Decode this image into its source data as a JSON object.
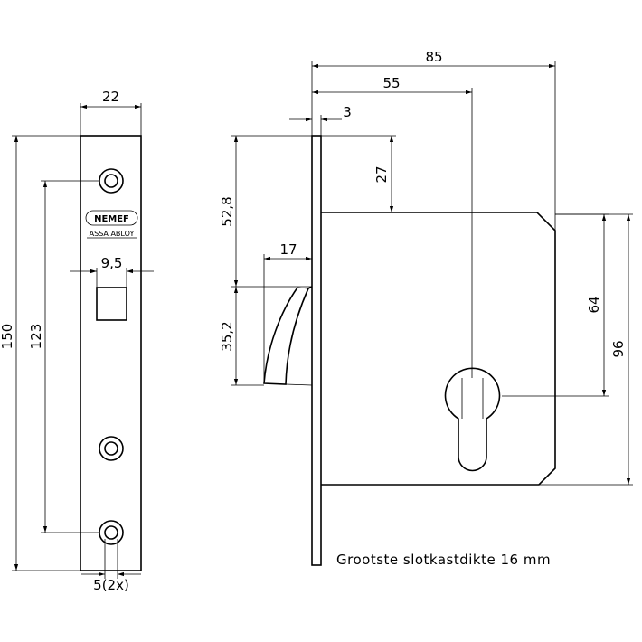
{
  "faceplate": {
    "width_label": "22",
    "height_label": "150",
    "hole_spacing_label": "123",
    "square_label": "9,5",
    "hole_label": "5(2x)",
    "brand_name": "NEMEF",
    "brand_sub": "ASSA ABLOY"
  },
  "lockcase": {
    "overall_label": "85",
    "backset_label": "55",
    "plate_thickness_label": "3",
    "top_offset_label": "27",
    "upper_label": "52,8",
    "latch_projection_label": "17",
    "latch_height_label": "35,2",
    "center_distance_label": "64",
    "case_height_label": "96"
  },
  "note": "Grootste slotkastdikte 16 mm",
  "colors": {
    "line": "#000000",
    "background": "#ffffff"
  }
}
